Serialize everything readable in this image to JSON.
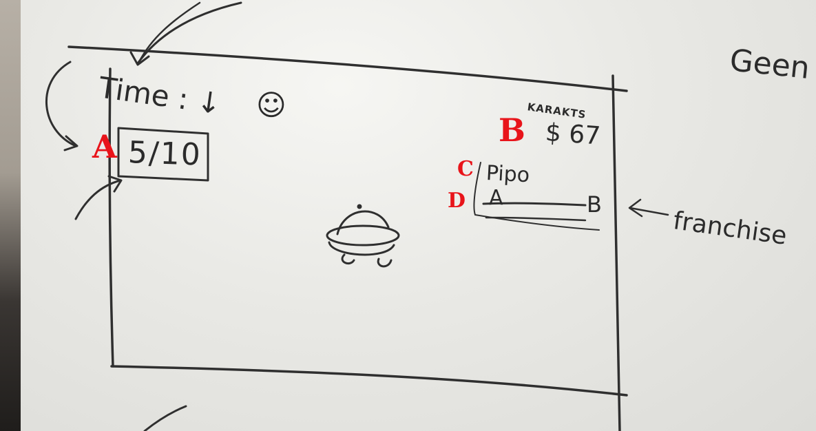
{
  "whiteboard": {
    "corner_word": "Geen",
    "time_label": "Time : ↓",
    "smiley": "☺",
    "progress_text": "5/10",
    "currency_word": "KARAKTS",
    "currency_value": "$ 67",
    "franchise_name": "Pipo",
    "franchise_route_from": "A",
    "franchise_route_to": "B",
    "franchise_note": "franchise",
    "character_sketch": "ufo-creature"
  },
  "annotations": {
    "A": "A",
    "B": "B",
    "C": "C",
    "D": "D"
  },
  "colors": {
    "ink": "#2b2b2b",
    "annotation": "#e8141a",
    "board": "#ececea"
  }
}
